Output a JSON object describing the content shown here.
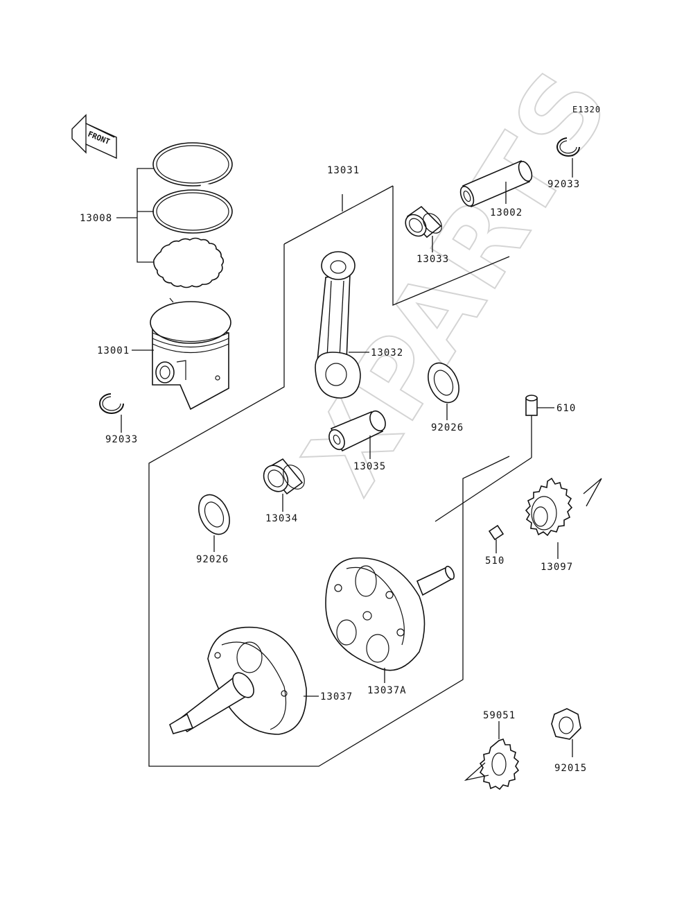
{
  "diagram_code": "E1320",
  "front_label": "FRONT",
  "watermark": "XPARTS",
  "parts": {
    "p13008": "13008",
    "p13001": "13001",
    "p92033_top": "92033",
    "p92033_left": "92033",
    "p13002": "13002",
    "p13033": "13033",
    "p13031": "13031",
    "p13032": "13032",
    "p92026_right": "92026",
    "p92026_left": "92026",
    "p13035": "13035",
    "p13034": "13034",
    "p610": "610",
    "p510": "510",
    "p13097": "13097",
    "p13037": "13037",
    "p13037A": "13037A",
    "p59051": "59051",
    "p92015": "92015"
  }
}
